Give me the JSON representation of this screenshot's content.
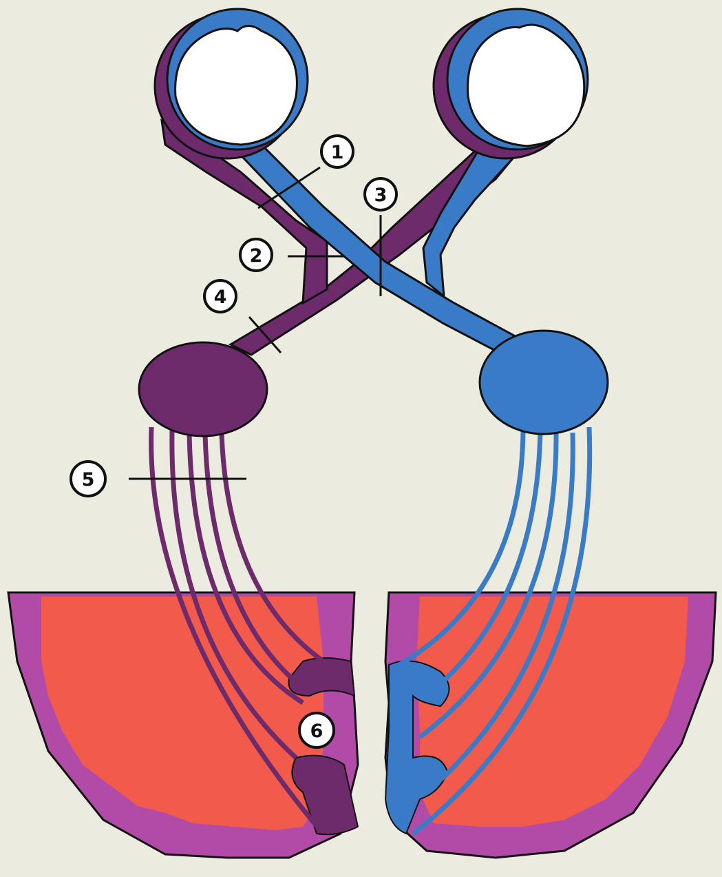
{
  "colors": {
    "background": "#ecebe0",
    "left_pathway": "#6e2b6b",
    "right_pathway": "#3a7bc8",
    "cortex_fill": "#f25a4c",
    "cortex_rim": "#b24aa8",
    "outline": "#111111",
    "eye_interior": "#ffffff",
    "label_circle": "#ffffff"
  },
  "labels": [
    {
      "id": "1",
      "text": "1"
    },
    {
      "id": "2",
      "text": "2"
    },
    {
      "id": "3",
      "text": "3"
    },
    {
      "id": "4",
      "text": "4"
    },
    {
      "id": "5",
      "text": "5"
    },
    {
      "id": "6",
      "text": "6"
    }
  ]
}
